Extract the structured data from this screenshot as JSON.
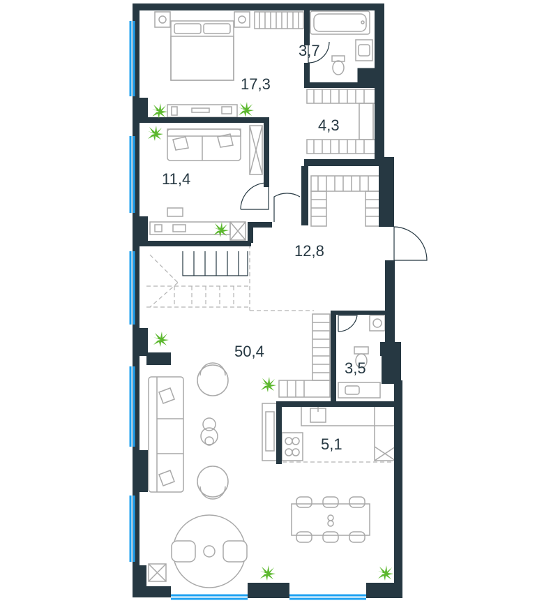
{
  "rooms": [
    {
      "id": "bedroom",
      "area": "17,3"
    },
    {
      "id": "bathroom-top",
      "area": "3,7"
    },
    {
      "id": "wardrobe",
      "area": "4,3"
    },
    {
      "id": "bedroom-2",
      "area": "11,4"
    },
    {
      "id": "hall",
      "area": "12,8"
    },
    {
      "id": "living-room",
      "area": "50,4"
    },
    {
      "id": "bathroom-bottom",
      "area": "3,5"
    },
    {
      "id": "kitchen",
      "area": "5,1"
    }
  ],
  "colors": {
    "wall": "#263842",
    "window": "#1da1f2",
    "furniture": "#a9a9a9",
    "plant": "#5cb82e"
  }
}
